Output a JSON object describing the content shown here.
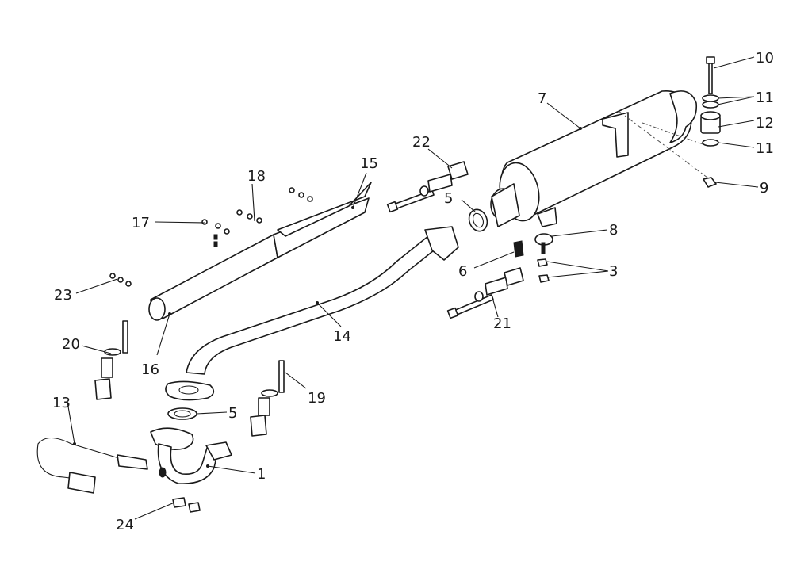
{
  "callouts": [
    {
      "id": "c1",
      "label": "1"
    },
    {
      "id": "c3",
      "label": "3"
    },
    {
      "id": "c5a",
      "label": "5"
    },
    {
      "id": "c5b",
      "label": "5"
    },
    {
      "id": "c6",
      "label": "6"
    },
    {
      "id": "c7",
      "label": "7"
    },
    {
      "id": "c8",
      "label": "8"
    },
    {
      "id": "c9",
      "label": "9"
    },
    {
      "id": "c10",
      "label": "10"
    },
    {
      "id": "c11a",
      "label": "11"
    },
    {
      "id": "c11b",
      "label": "11"
    },
    {
      "id": "c12",
      "label": "12"
    },
    {
      "id": "c13",
      "label": "13"
    },
    {
      "id": "c14",
      "label": "14"
    },
    {
      "id": "c15",
      "label": "15"
    },
    {
      "id": "c16",
      "label": "16"
    },
    {
      "id": "c17",
      "label": "17"
    },
    {
      "id": "c18",
      "label": "18"
    },
    {
      "id": "c19",
      "label": "19"
    },
    {
      "id": "c20",
      "label": "20"
    },
    {
      "id": "c21",
      "label": "21"
    },
    {
      "id": "c22",
      "label": "22"
    },
    {
      "id": "c23",
      "label": "23"
    },
    {
      "id": "c24",
      "label": "24"
    }
  ]
}
